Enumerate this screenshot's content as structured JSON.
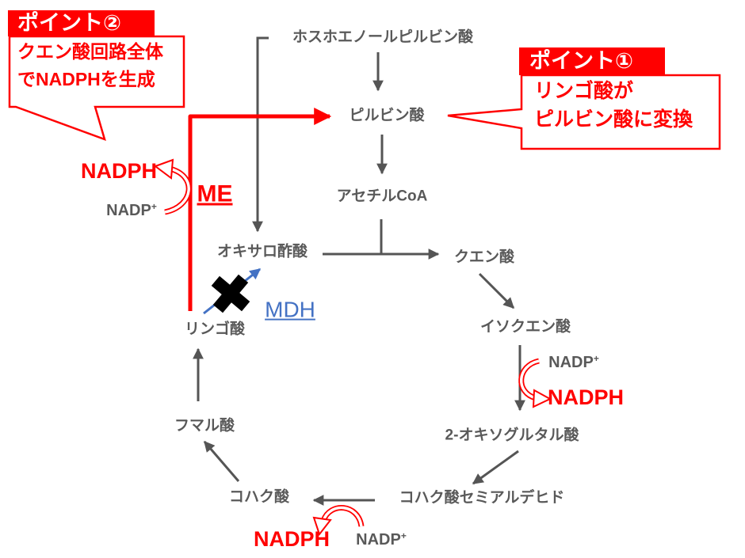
{
  "diagram": {
    "title_semantic": "malic-enzyme-citric-acid-cycle-pathway",
    "colors": {
      "node_gray": "#595959",
      "accent_red": "#ff0000",
      "enzyme_blue": "#4472c4",
      "cross_black": "#000000",
      "background": "#ffffff"
    },
    "nodes": {
      "pep": "ホスホエノールピルビン酸",
      "pyruvate": "ピルビン酸",
      "acetyl_coa": "アセチルCoA",
      "oxaloacetate": "オキサロ酢酸",
      "citrate": "クエン酸",
      "isocitrate": "イソクエン酸",
      "oxoglutarate": "2-オキソグルタル酸",
      "succinate_semialdehyde": "コハク酸セミアルデヒド",
      "succinate": "コハク酸",
      "fumarate": "フマル酸",
      "malate": "リンゴ酸"
    },
    "enzymes": {
      "me": "ME",
      "mdh": "MDH"
    },
    "cofactors": {
      "me_step": {
        "nadp_base": "NADP",
        "nadp_sup": "+",
        "nadph": "NADPH"
      },
      "isocitrate_step": {
        "nadp_base": "NADP",
        "nadp_sup": "+",
        "nadph": "NADPH"
      },
      "ssa_step": {
        "nadp_base": "NADP",
        "nadp_sup": "+",
        "nadph": "NADPH"
      }
    },
    "callouts": {
      "point2": {
        "title": "ポイント②",
        "line1": "クエン酸回路全体",
        "line2": "でNADPHを生成"
      },
      "point1": {
        "title": "ポイント①",
        "line1": "リンゴ酸が",
        "line2": "ピルビン酸に変換"
      }
    }
  }
}
